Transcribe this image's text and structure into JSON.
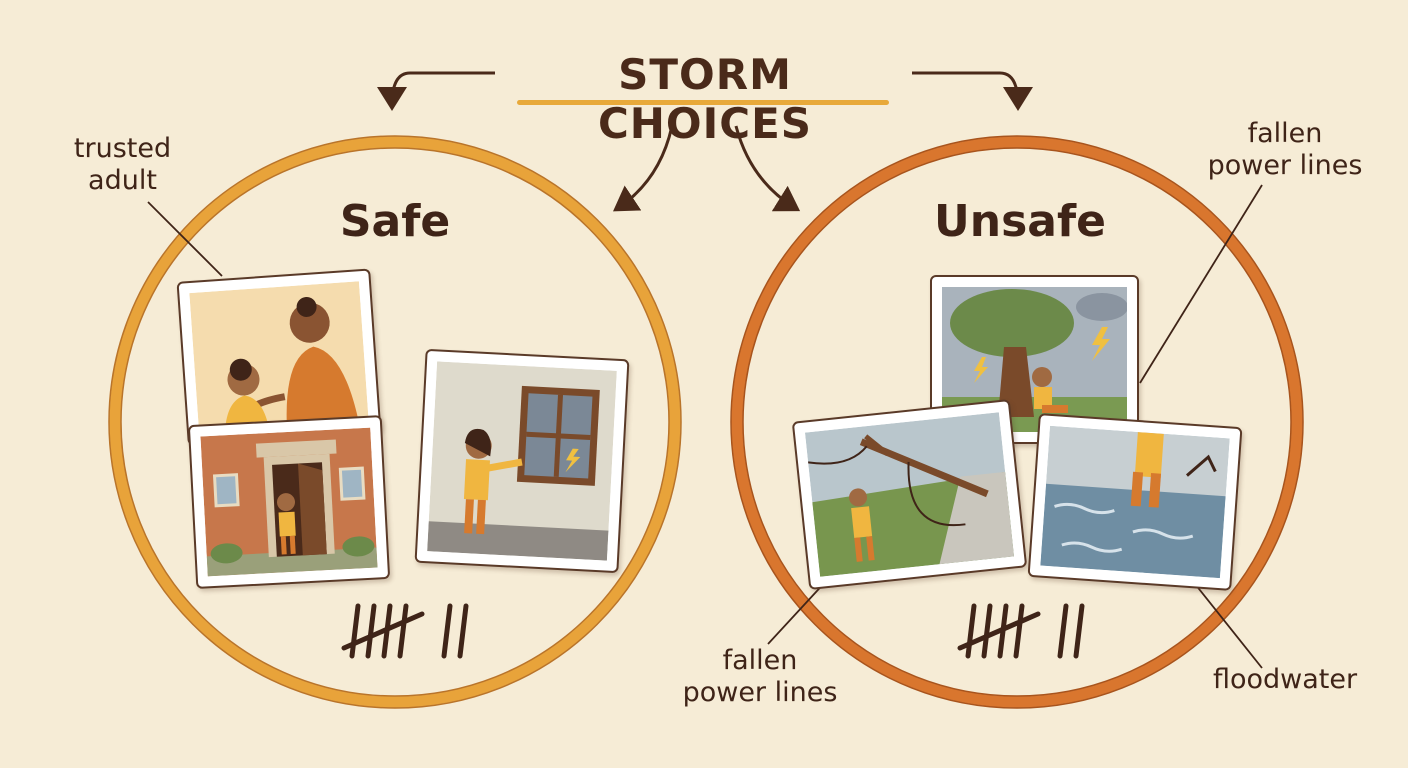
{
  "title": "STORM CHOICES",
  "safe": {
    "heading": "Safe",
    "label_trusted_adult": "trusted\nadult",
    "tally_count": 7,
    "photos": [
      {
        "name": "talking-to-trusted-adult"
      },
      {
        "name": "going-indoors"
      },
      {
        "name": "staying-away-from-window"
      }
    ]
  },
  "unsafe": {
    "heading": "Unsafe",
    "label_power_lines_top": "fallen\npower lines",
    "label_power_lines_bottom": "fallen\npower lines",
    "label_floodwater": "floodwater",
    "tally_count": 7,
    "photos": [
      {
        "name": "sheltering-under-tree"
      },
      {
        "name": "walking-near-fallen-power-lines"
      },
      {
        "name": "walking-in-floodwater"
      }
    ]
  },
  "colors": {
    "safe_ring": "#e8a33a",
    "unsafe_ring": "#d9762e",
    "ink": "#4a2a1a",
    "background": "#f6ecd6"
  }
}
